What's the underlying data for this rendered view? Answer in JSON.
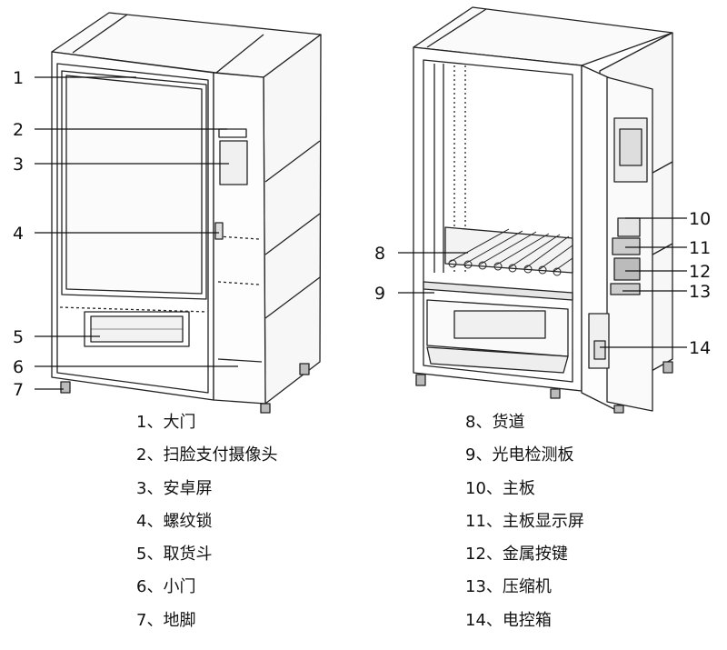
{
  "callouts_front": [
    "1",
    "2",
    "3",
    "4",
    "5",
    "6",
    "7"
  ],
  "callouts_open": [
    "8",
    "9",
    "10",
    "11",
    "12",
    "13",
    "14"
  ],
  "legend_left": [
    "1、大门",
    "2、扫脸支付摄像头",
    "3、安卓屏",
    "4、螺纹锁",
    "5、取货斗",
    "6、小门",
    "7、地脚"
  ],
  "legend_right": [
    "8、货道",
    "9、光电检测板",
    "10、主板",
    "11、主板显示屏",
    "12、金属按键",
    "13、压缩机",
    "14、电控箱"
  ]
}
